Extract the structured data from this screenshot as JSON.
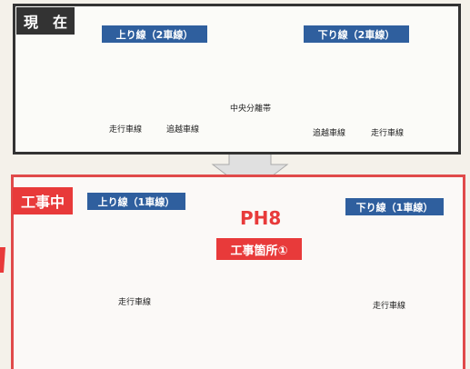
{
  "current": {
    "title": "現　在",
    "up_label": "上り線（2車線）",
    "down_label": "下り線（2車線）",
    "median_label": "中央分離帯",
    "up_lanes": [
      "走行車線",
      "追越車線"
    ],
    "down_lanes": [
      "追越車線",
      "走行車線"
    ]
  },
  "construction": {
    "title": "工事中",
    "up_label": "上り線（1車線）",
    "down_label": "下り線（1車線）",
    "phase": "PH8",
    "site_label": "工事箇所①",
    "up_lane": "走行車線",
    "down_lane": "走行車線"
  },
  "colors": {
    "road_yellow": "#ede56a",
    "arrow_dark": "#2a2a2a",
    "arrow_red": "#e83a3a",
    "label_blue": "#2f5f9e",
    "panel_red": "#e04a4a"
  }
}
